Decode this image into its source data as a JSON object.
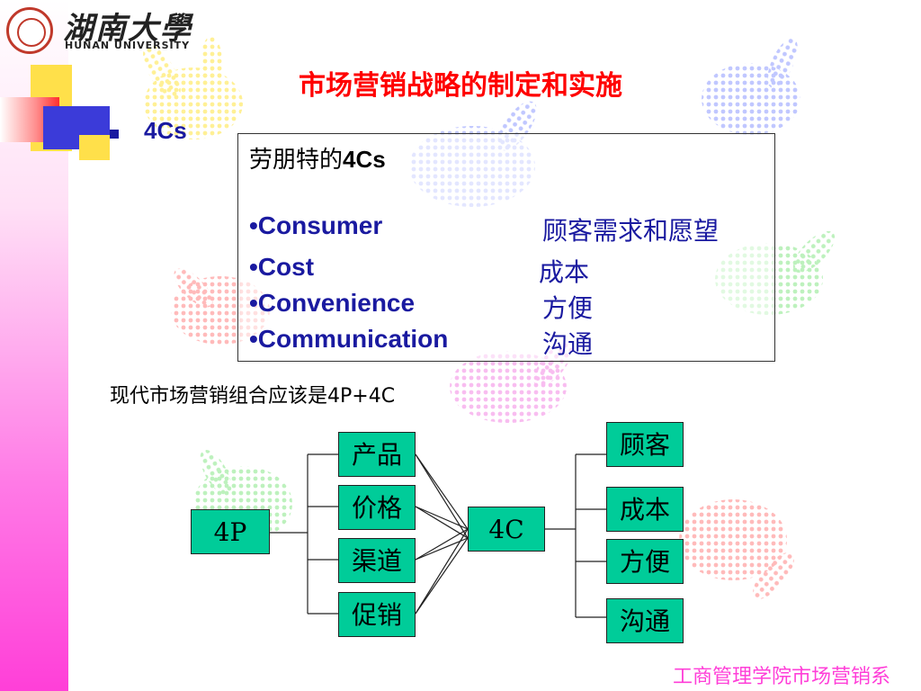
{
  "logo": {
    "university_cn": "湖南大學",
    "university_en": "HUNAN UNIVERSITY"
  },
  "slide": {
    "title": "市场营销战略的制定和实施",
    "bullet": "4Cs"
  },
  "box": {
    "title_prefix": "劳朋特的",
    "title_bold": "4Cs",
    "items": [
      {
        "en": "•Consumer",
        "cn": "顾客需求和愿望"
      },
      {
        "en": "•Cost",
        "cn": "成本"
      },
      {
        "en": "•Convenience",
        "cn": "方便"
      },
      {
        "en": "•Communication",
        "cn": "沟通"
      }
    ]
  },
  "subtitle": "现代市场营销组合应该是4P+4C",
  "diagram": {
    "root_left": "4P",
    "root_right": "4C",
    "left_nodes": [
      "产品",
      "价格",
      "渠道",
      "促销"
    ],
    "right_nodes": [
      "顾客",
      "成本",
      "方便",
      "沟通"
    ],
    "node_color": "#00cc99",
    "line_color": "#222222"
  },
  "footer": "工商管理学院市场营销系",
  "colors": {
    "title": "#ff0000",
    "text_blue": "#1a1aa0",
    "footer": "#ff3fd8"
  }
}
